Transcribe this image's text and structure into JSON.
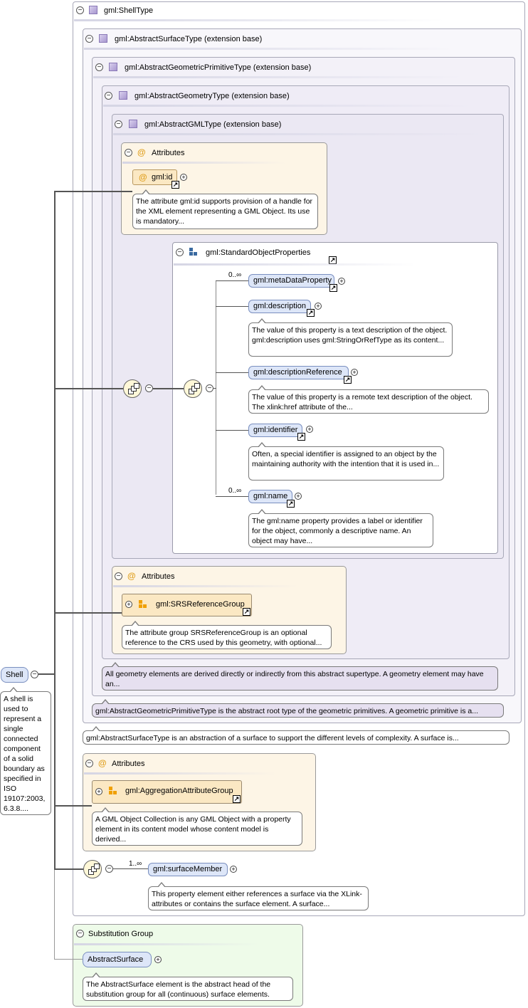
{
  "shell": {
    "label": "Shell",
    "description": "A shell is used to represent a single connected component of a solid boundary as specified in ISO 19107:2003, 6.3.8...."
  },
  "types": {
    "shell_type": "gml:ShellType",
    "abstract_surface_type": "gml:AbstractSurfaceType (extension base)",
    "abstract_geometric_primitive_type": "gml:AbstractGeometricPrimitiveType (extension base)",
    "abstract_geometry_type": "gml:AbstractGeometryType (extension base)",
    "abstract_gml_type": "gml:AbstractGMLType (extension base)"
  },
  "attributes_label": "Attributes",
  "gml_id": {
    "label": "gml:id",
    "description": "The attribute gml:id supports provision of a handle for the XML element representing a GML Object. Its use is mandatory..."
  },
  "standard_object_properties": {
    "label": "gml:StandardObjectProperties",
    "items": [
      {
        "label": "gml:metaDataProperty",
        "mult": "0..∞",
        "description": ""
      },
      {
        "label": "gml:description",
        "mult": "",
        "description": "The value of this property is a text description of the object. gml:description uses gml:StringOrRefType as its content..."
      },
      {
        "label": "gml:descriptionReference",
        "mult": "",
        "description": "The value of this property is a remote text description of the object. The xlink:href attribute of the..."
      },
      {
        "label": "gml:identifier",
        "mult": "",
        "description": "Often, a special identifier is assigned to an object by the maintaining authority with the intention that it is used in..."
      },
      {
        "label": "gml:name",
        "mult": "0..∞",
        "description": "The gml:name property provides a label or identifier for the object, commonly a descriptive name. An object may have..."
      }
    ]
  },
  "srs_reference_group": {
    "label": "gml:SRSReferenceGroup",
    "description": "The attribute group SRSReferenceGroup is an optional reference to the CRS used by this geometry, with optional..."
  },
  "abstract_geometry_desc": "All geometry elements are derived directly or indirectly from this abstract supertype. A geometry element may have an...",
  "abstract_geometric_primitive_desc": "gml:AbstractGeometricPrimitiveType is the abstract root type of the geometric primitives. A geometric primitive is a...",
  "abstract_surface_desc": "gml:AbstractSurfaceType is an abstraction of a surface to support the different levels of complexity. A surface is...",
  "aggregation_attribute_group": {
    "label": "gml:AggregationAttributeGroup",
    "description": "A GML Object Collection is any GML Object with a property element in its content model whose content model is derived..."
  },
  "surface_member": {
    "label": "gml:surfaceMember",
    "mult": "1..∞",
    "description": "This property element either references a surface via the XLink-attributes or contains the surface element. A surface..."
  },
  "substitution_group": {
    "label": "Substitution Group",
    "element": "AbstractSurface",
    "description": "The AbstractSurface element is the abstract head of the substitution group for all (continuous) surface elements."
  },
  "symbols": {
    "collapse": "−",
    "expand": "+",
    "attribute": "@",
    "link": "↗"
  },
  "colors": {
    "type_bg": "#f3f1f8",
    "attr_bg": "#fdf5e6",
    "element_bg": "#dde6f8",
    "substitution_bg": "#eefbe9",
    "desc_lavender": "#e6e0f0"
  }
}
